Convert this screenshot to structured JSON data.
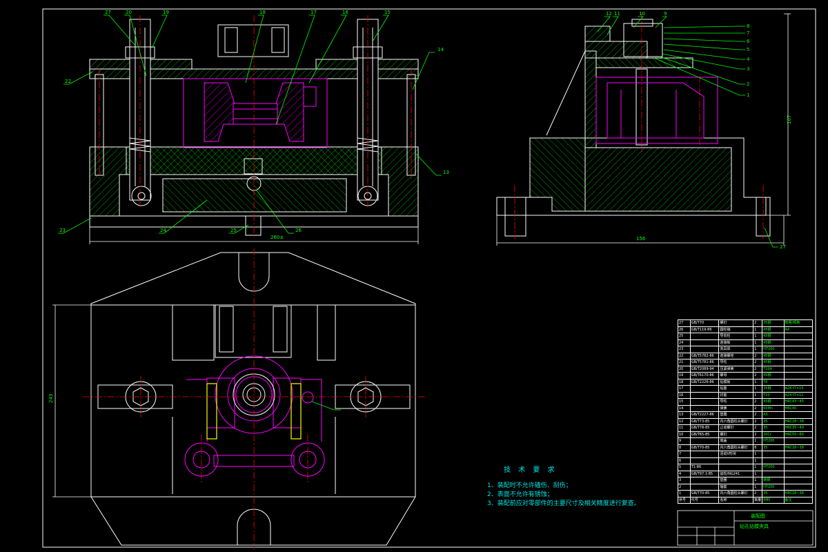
{
  "callouts_top": [
    "27",
    "20",
    "19",
    "18",
    "17",
    "16",
    "15",
    "14",
    "22",
    "13",
    "23",
    "24",
    "25",
    "26"
  ],
  "callouts_side": [
    "12",
    "11",
    "10",
    "9",
    "8",
    "7",
    "6",
    "5",
    "4",
    "3",
    "2",
    "1",
    "27"
  ],
  "dimensions": {
    "top_view_width": "260±",
    "side_view_width": "156",
    "side_view_height": "107",
    "plan_height": "243"
  },
  "tech": {
    "title": "技 术 要 求",
    "items": [
      "1、装配时不允许磕伤、刮伤；",
      "2、表面不允许有锈蚀；",
      "3、装配前应对零部件的主要尺寸及相关精度进行复查。"
    ]
  },
  "bom": {
    "rows": [
      {
        "no": "27",
        "code": "GB/T70",
        "name": "螺钉",
        "qty": "2",
        "mat": "35钢",
        "note": "数量/规格"
      },
      {
        "no": "26",
        "code": "GB/T119-86",
        "name": "圆柱销",
        "qty": "1",
        "mat": "45钢",
        "note": "A4"
      },
      {
        "no": "25",
        "code": "",
        "name": "导向柱",
        "qty": "1",
        "mat": "45钢",
        "note": ""
      },
      {
        "no": "24",
        "code": "",
        "name": "连接板",
        "qty": "1",
        "mat": "45钢",
        "note": ""
      },
      {
        "no": "23",
        "code": "",
        "name": "夹具体",
        "qty": "1",
        "mat": "HT200",
        "note": ""
      },
      {
        "no": "22",
        "code": "GB/T5782-86",
        "name": "连接螺栓",
        "qty": "2",
        "mat": "45钢",
        "note": ""
      },
      {
        "no": "21",
        "code": "GB/T5781-86",
        "name": "导柱",
        "qty": "2",
        "mat": "45钢",
        "note": ""
      },
      {
        "no": "20",
        "code": "GB/T2089-94",
        "name": "压紧弹簧",
        "qty": "2",
        "mat": "T10A",
        "note": ""
      },
      {
        "no": "19",
        "code": "GB/T6170-86",
        "name": "螺母",
        "qty": "2",
        "mat": "45钢",
        "note": ""
      },
      {
        "no": "18",
        "code": "GB/T2226-86",
        "name": "钻模板",
        "qty": "1",
        "mat": "T8",
        "note": ""
      },
      {
        "no": "17",
        "code": "",
        "name": "钻套",
        "qty": "1",
        "mat": "35钢",
        "note": "A28 f7×15"
      },
      {
        "no": "16",
        "code": "",
        "name": "衬套",
        "qty": "1",
        "mat": "T10",
        "note": "A24 f7×11"
      },
      {
        "no": "15",
        "code": "",
        "name": "导柱",
        "qty": "2",
        "mat": "45钢",
        "note": "HRC43~45"
      },
      {
        "no": "14",
        "code": "",
        "name": "弹簧",
        "qty": "2",
        "mat": "65Mn",
        "note": "HRC40"
      },
      {
        "no": "13",
        "code": "GB/T2227-86",
        "name": "垫圈",
        "qty": "2",
        "mat": "A3",
        "note": ""
      },
      {
        "no": "12",
        "code": "GB/T73-85",
        "name": "内六角圆柱头螺钉",
        "qty": "2",
        "mat": "35",
        "note": "HRC28~38"
      },
      {
        "no": "11",
        "code": "GB/T78-85",
        "name": "止动螺钉",
        "qty": "2",
        "mat": "35",
        "note": "HRC35~40"
      },
      {
        "no": "10",
        "code": "GB/T65-85",
        "name": "螺钉",
        "qty": "2",
        "mat": "20Cr",
        "note": "HRC55~60"
      },
      {
        "no": "9",
        "code": "",
        "name": "端盖",
        "qty": "1",
        "mat": "HT200",
        "note": ""
      },
      {
        "no": "8",
        "code": "GB/T70-85",
        "name": "内六角圆柱头螺钉",
        "qty": "8",
        "mat": "35",
        "note": "HRC28~38"
      },
      {
        "no": "7",
        "code": "",
        "name": "活动V形块",
        "qty": "1",
        "mat": "",
        "note": ""
      },
      {
        "no": "6",
        "code": "",
        "name": "",
        "qty": "1",
        "mat": "",
        "note": ""
      },
      {
        "no": "5",
        "code": "T1-86",
        "name": "",
        "qty": "1",
        "mat": "HT200",
        "note": ""
      },
      {
        "no": "4",
        "code": "GB/T97.1-85",
        "name": "齿轮/NG241",
        "qty": "1",
        "mat": "",
        "note": ""
      },
      {
        "no": "3",
        "code": "",
        "name": "垫圈",
        "qty": "1",
        "mat": "铸钢",
        "note": ""
      },
      {
        "no": "2",
        "code": "",
        "name": "轴套",
        "qty": "1",
        "mat": "HT200",
        "note": ""
      },
      {
        "no": "1",
        "code": "GB/T70-85",
        "name": "内六角圆柱头螺钉",
        "qty": "2",
        "mat": "35",
        "note": "HRC28~38"
      },
      {
        "no": "序号",
        "code": "代号",
        "name": "名称",
        "qty": "数量",
        "mat": "材料",
        "note": "备注"
      }
    ]
  },
  "title_block": {
    "drawing_name": "装配图",
    "part_name": "钻孔钻模夹具"
  },
  "colors": {
    "outline": "#ffffff",
    "part": "#ff00ff",
    "center": "#ff0000",
    "leader": "#00ff00",
    "text": "#00e5e5",
    "hatch": "#00cc00",
    "highlight": "#ffff00"
  }
}
